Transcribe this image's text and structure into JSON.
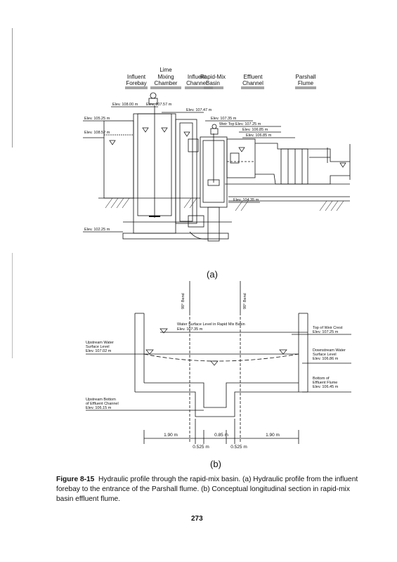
{
  "diagram_a": {
    "headers": [
      {
        "line1": "Influent",
        "line2": "Forebay"
      },
      {
        "top": "Lime",
        "line1": "Mixing",
        "line2": "Chamber"
      },
      {
        "line1": "Influent",
        "line2": "Channel"
      },
      {
        "line1": "Rapid-Mix",
        "line2": "Basin"
      },
      {
        "line1": "Effluent",
        "line2": "Channel"
      },
      {
        "line1": "Parshall",
        "line2": "Flume"
      }
    ],
    "elevations": [
      "Elev. 108.00 m",
      "Elev. 107.57 m",
      "Elev. 107.47 m",
      "Elev. 105.25 m",
      "Elev. 107.35 m",
      "Weir Top Elev. 107.25 m",
      "Elev. 108.52 m",
      "Elev. 106.85 m",
      "Elev. 106.85 m",
      "Elev. 104.35 m",
      "Elev. 102.25 m"
    ],
    "label": "(a)"
  },
  "diagram_b": {
    "bends": [
      "90° Bend",
      "90° Bend"
    ],
    "center_level": {
      "line1": "Water Surface Level in Rapid Mix Basin",
      "line2": "Elev. 107.35 m"
    },
    "left_notes": [
      {
        "lines": [
          "Upstream Water",
          "Surface Level",
          "Elev. 107.02 m"
        ]
      },
      {
        "lines": [
          "Upstream Bottom",
          "of Effluent Channel",
          "Elev. 106.15 m"
        ]
      }
    ],
    "right_notes": [
      {
        "lines": [
          "Top of Weir Crest",
          "Elev. 107.25 m"
        ]
      },
      {
        "lines": [
          "Downstream Water",
          "Surface Level",
          "Elev. 106.86 m"
        ]
      },
      {
        "lines": [
          "Bottom of",
          "Effluent Flume",
          "Elev. 106.45 m"
        ]
      }
    ],
    "dims_top": [
      "1.90 m",
      "0.85 m",
      "1.90 m"
    ],
    "dims_bottom": [
      "0.525 m",
      "0.525 m"
    ],
    "label": "(b)"
  },
  "caption": {
    "figure": "Figure 8-15",
    "text": "Hydraulic profile through the rapid-mix basin. (a) Hydraulic profile from the influent forebay to the entrance of the Parshall flume. (b) Conceptual longitudinal section in rapid-mix basin effluent flume."
  },
  "page_number": "273"
}
